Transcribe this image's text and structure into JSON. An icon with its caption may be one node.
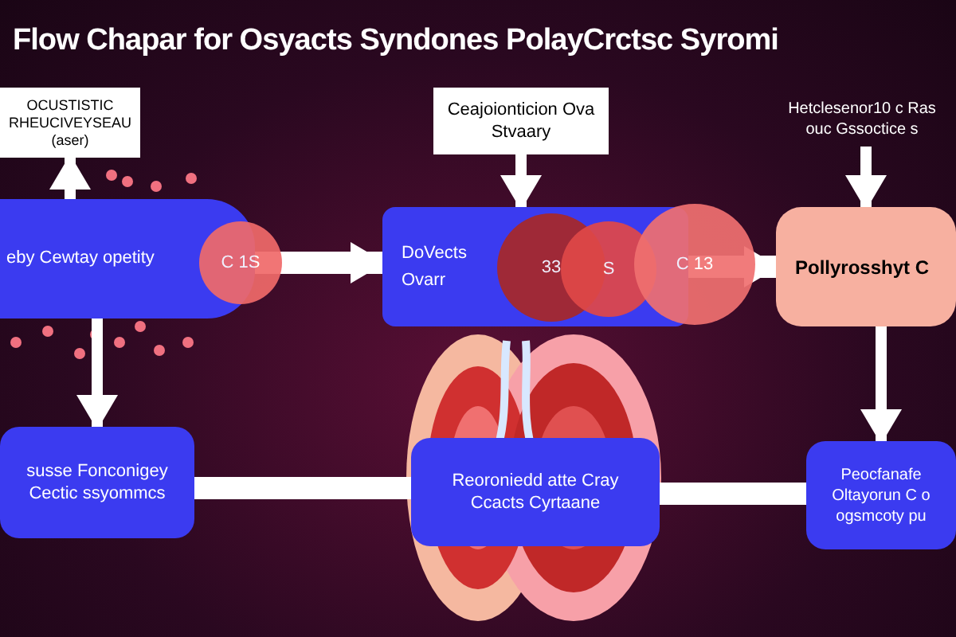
{
  "diagram": {
    "title": "Flow Chapar for Osyacts Syndones PolayCrctsc Syromi",
    "nodes": [
      {
        "text": [
          "OCUSTISTIC RHEUCIVEYSEAU (aser)"
        ]
      },
      {
        "text": [
          "Ceajoionticion Ova Stvaary"
        ]
      },
      {
        "text": [
          "Hetclesenor10 c Ras ouc Gssoctice s"
        ]
      },
      {
        "text": [
          "eby Cewtay opetity",
          "C 1S"
        ]
      },
      {
        "text": [
          "DoVects Ovarr",
          "33",
          "S",
          "C 13"
        ]
      },
      {
        "text": [
          "Pollyrosshyt C"
        ]
      },
      {
        "text": [
          "susse Fonconigey Cectic ssyommcs"
        ]
      },
      {
        "text": [
          "Reoroniedd atte Cray Ccacts Cyrtaane"
        ]
      },
      {
        "text": [
          "Peocfanafe Oltayorun C o ogsmcoty pu"
        ]
      }
    ],
    "edges": [
      {
        "from": 3,
        "to": 0,
        "arrow": "to"
      },
      {
        "from": 1,
        "to": 4,
        "arrow": "to"
      },
      {
        "from": 2,
        "to": 5,
        "arrow": "to"
      },
      {
        "from": 3,
        "to": 4,
        "arrow": "to",
        "style": "thick"
      },
      {
        "from": 4,
        "to": 5,
        "arrow": "to",
        "style": "thick"
      },
      {
        "from": 3,
        "to": 6,
        "arrow": "to"
      },
      {
        "from": 5,
        "to": 8,
        "arrow": "to"
      },
      {
        "from": 6,
        "to": 7,
        "arrow": "none",
        "style": "thick"
      },
      {
        "from": 7,
        "to": 8,
        "arrow": "none",
        "style": "thick"
      }
    ]
  }
}
